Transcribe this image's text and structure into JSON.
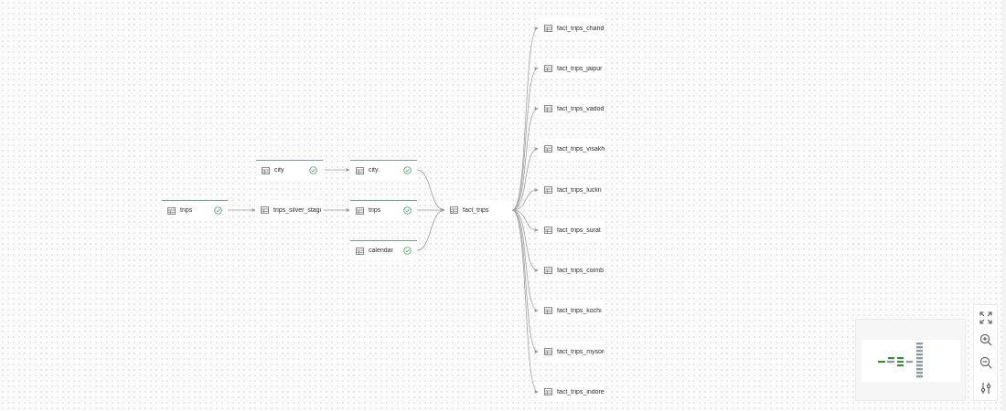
{
  "colors": {
    "edge": "#9b9b9b",
    "node_bar": "#7f9e8a",
    "check": "#4e9a6b",
    "table_icon": "#7d7d7d",
    "minimap_green": "#3c8a3c",
    "minimap_gray": "#8e9aa0"
  },
  "icons": {
    "table": "table-icon",
    "status": "check-circle-icon",
    "fit": "fit-view-icon",
    "zoom_in": "zoom-in-icon",
    "zoom_out": "zoom-out-icon",
    "settings": "sliders-icon"
  },
  "nodes": {
    "trips_source": {
      "label": "trips"
    },
    "trips_silver": {
      "label": "trips_silver_stagi"
    },
    "city_source": {
      "label": "city"
    },
    "city": {
      "label": "city"
    },
    "trips": {
      "label": "trips"
    },
    "calendar": {
      "label": "calendar"
    },
    "fact_trips": {
      "label": "fact_trips"
    },
    "fact_trips_chand": {
      "label": "fact_trips_chand"
    },
    "fact_trips_jaipur": {
      "label": "fact_trips_jaipur"
    },
    "fact_trips_vadod": {
      "label": "fact_trips_vadod"
    },
    "fact_trips_visakh": {
      "label": "fact_trips_visakh"
    },
    "fact_trips_luckn": {
      "label": "fact_trips_luckn"
    },
    "fact_trips_surat": {
      "label": "fact_trips_surat"
    },
    "fact_trips_coimb": {
      "label": "fact_trips_coimb"
    },
    "fact_trips_kochi": {
      "label": "fact_trips_kochi"
    },
    "fact_trips_mysore": {
      "label": "fact_trips_mysore"
    },
    "fact_trips_indore": {
      "label": "fact_trips_indore"
    }
  }
}
